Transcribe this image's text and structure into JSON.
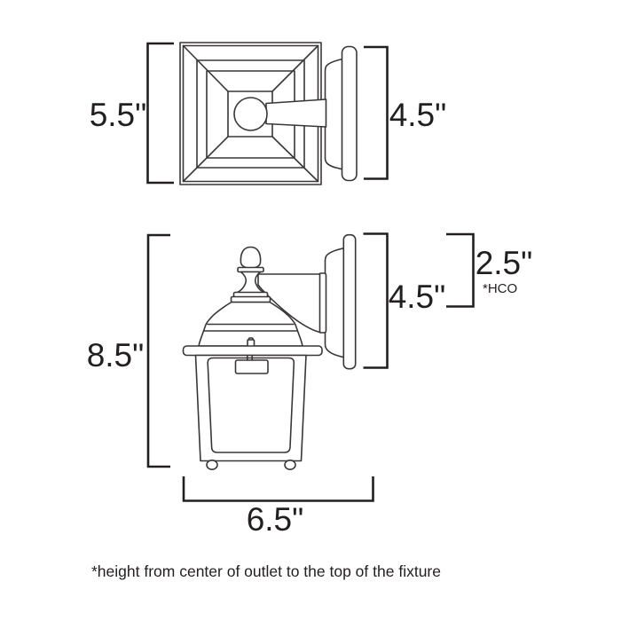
{
  "colors": {
    "background": "#ffffff",
    "line": "#3a3637",
    "dimension": "#231f20",
    "text": "#231f20"
  },
  "top_view": {
    "height": "5.5\"",
    "depth": "4.5\""
  },
  "side_view": {
    "height": "8.5\"",
    "depth": "4.5\"",
    "outlet_height": "2.5\"",
    "outlet_abbr": "*HCO",
    "width": "6.5\""
  },
  "footnote": "*height from center of outlet to the top of the fixture"
}
